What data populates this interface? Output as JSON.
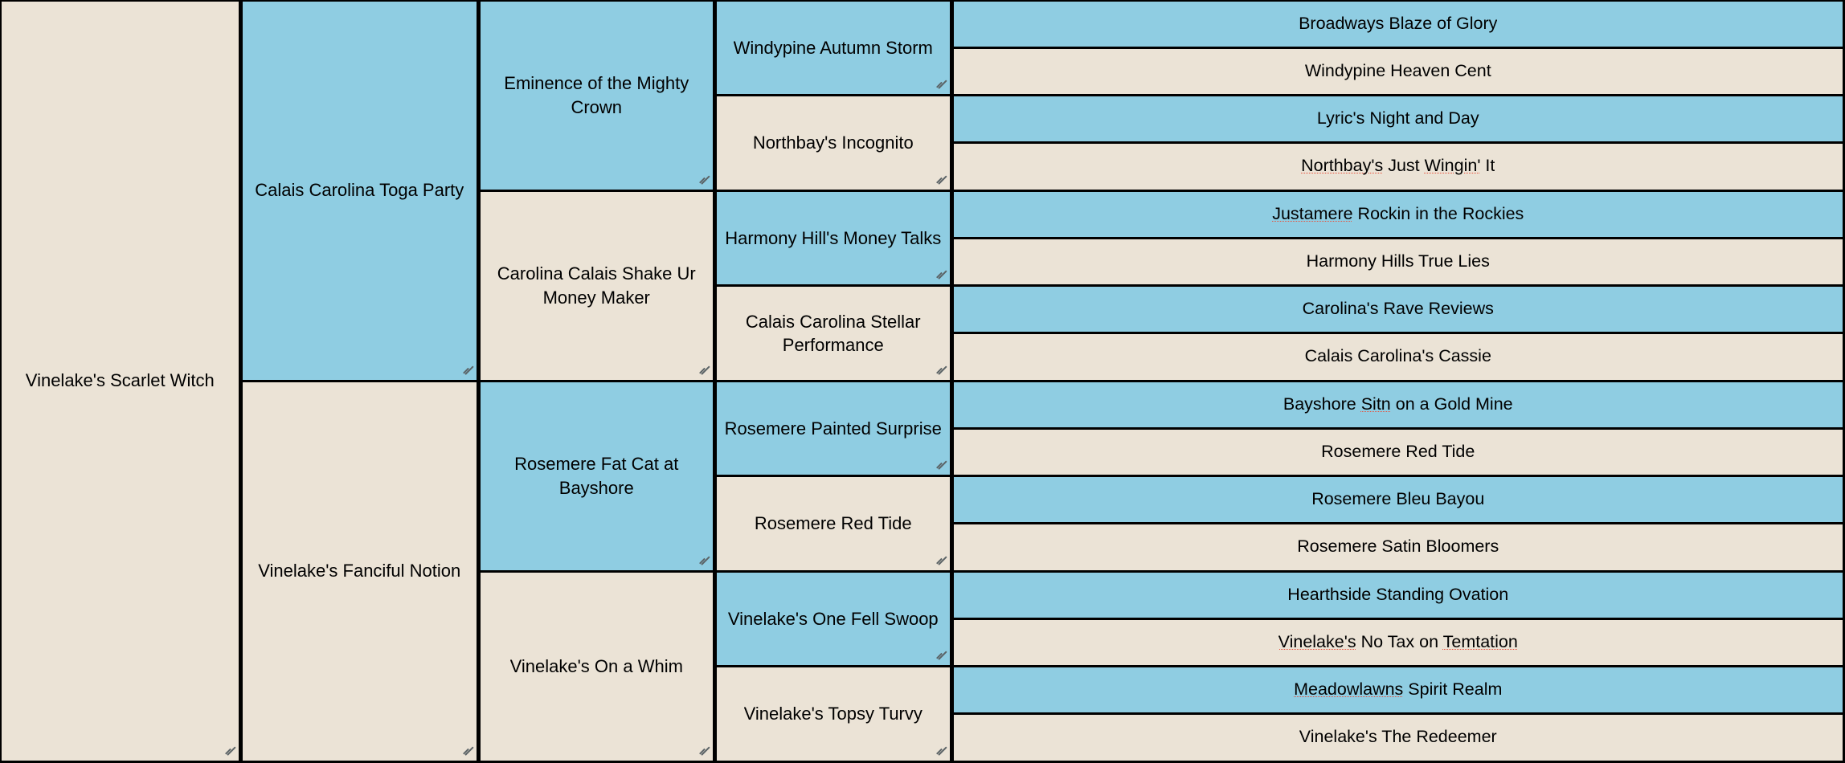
{
  "chart": {
    "type": "pedigree-treemap",
    "title": "",
    "colors": {
      "blue": "#8fcde2",
      "beige": "#ebe3d6",
      "border": "#000000",
      "text": "#000000",
      "spellcheck_underline": "#e8503a"
    },
    "generations": [
      {
        "index": 1,
        "name": "generation-1-subject",
        "cells": [
          {
            "label": "Vinelake's Scarlet Witch",
            "color": "beige",
            "resizable": true
          }
        ]
      },
      {
        "index": 2,
        "name": "generation-2-parents",
        "cells": [
          {
            "label": "Calais Carolina Toga Party",
            "color": "blue",
            "resizable": true
          },
          {
            "label": "Vinelake's Fanciful Notion",
            "color": "beige",
            "resizable": true
          }
        ]
      },
      {
        "index": 3,
        "name": "generation-3-grandparents",
        "cells": [
          {
            "label": "Eminence of the Mighty Crown",
            "color": "blue",
            "resizable": true
          },
          {
            "label": "Carolina Calais Shake Ur Money Maker",
            "color": "beige",
            "resizable": true
          },
          {
            "label": "Rosemere Fat Cat at Bayshore",
            "color": "blue",
            "resizable": true
          },
          {
            "label": "Vinelake's On a Whim",
            "color": "beige",
            "resizable": true
          }
        ]
      },
      {
        "index": 4,
        "name": "generation-4-great-grandparents",
        "cells": [
          {
            "label": "Windypine Autumn Storm",
            "color": "blue",
            "resizable": true
          },
          {
            "label": "Northbay's Incognito",
            "color": "beige",
            "resizable": true
          },
          {
            "label": "Harmony Hill's Money Talks",
            "color": "blue",
            "resizable": true
          },
          {
            "label": "Calais Carolina Stellar Performance",
            "color": "beige",
            "resizable": true
          },
          {
            "label": "Rosemere Painted Surprise",
            "color": "blue",
            "resizable": true
          },
          {
            "label": "Rosemere Red Tide",
            "color": "beige",
            "resizable": true
          },
          {
            "label": "Vinelake's One Fell Swoop",
            "color": "blue",
            "resizable": true
          },
          {
            "label": "Vinelake's Topsy Turvy",
            "color": "beige",
            "resizable": true
          }
        ]
      },
      {
        "index": 5,
        "name": "generation-5-great-great-grandparents",
        "cells": [
          {
            "label": "Broadways Blaze of Glory",
            "color": "blue",
            "resizable": false,
            "misspelled": false
          },
          {
            "label": "Windypine Heaven Cent",
            "color": "beige",
            "resizable": false,
            "misspelled": false
          },
          {
            "label": "Lyric's Night and Day",
            "color": "blue",
            "resizable": false,
            "misspelled": false
          },
          {
            "label": "Northbay's Just Wingin' It",
            "color": "beige",
            "resizable": false,
            "misspelled": true
          },
          {
            "label": "Justamere Rockin in the Rockies",
            "color": "blue",
            "resizable": false,
            "misspelled": true,
            "clipped": true
          },
          {
            "label": "Harmony Hills True Lies",
            "color": "beige",
            "resizable": false,
            "misspelled": false
          },
          {
            "label": "Carolina's Rave Reviews",
            "color": "blue",
            "resizable": false,
            "misspelled": false
          },
          {
            "label": "Calais Carolina's Cassie",
            "color": "beige",
            "resizable": false,
            "misspelled": false
          },
          {
            "label": "Bayshore Sitn on a Gold Mine",
            "color": "blue",
            "resizable": false,
            "misspelled": true
          },
          {
            "label": "Rosemere Red Tide",
            "color": "beige",
            "resizable": false,
            "misspelled": false
          },
          {
            "label": "Rosemere Bleu Bayou",
            "color": "blue",
            "resizable": false,
            "misspelled": false
          },
          {
            "label": "Rosemere Satin Bloomers",
            "color": "beige",
            "resizable": false,
            "misspelled": false
          },
          {
            "label": "Hearthside Standing Ovation",
            "color": "blue",
            "resizable": false,
            "misspelled": false
          },
          {
            "label": "Vinelake's No Tax on Temtation",
            "color": "beige",
            "resizable": false,
            "misspelled": true,
            "clipped": true
          },
          {
            "label": "Meadowlawns Spirit Realm",
            "color": "blue",
            "resizable": false,
            "misspelled": true
          },
          {
            "label": "Vinelake's The Redeemer",
            "color": "beige",
            "resizable": false,
            "misspelled": false
          }
        ]
      }
    ]
  }
}
